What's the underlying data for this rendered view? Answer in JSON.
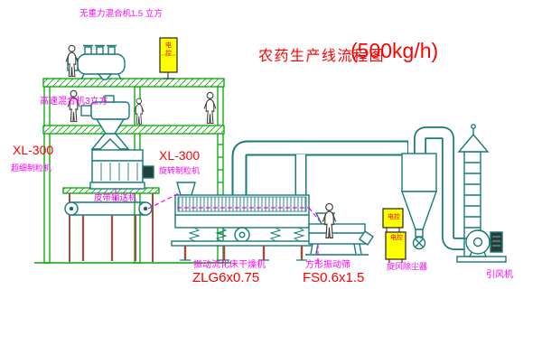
{
  "diagram": {
    "title": "农药生产线流程图",
    "capacity": "(500kg/h)"
  },
  "labels": {
    "zero_gravity_mixer": "无重力混合机1.5 立方",
    "high_speed_mixer": "高速混合机3立方",
    "model_left": "XL-300",
    "granulator_left": "超细制粒机",
    "model_right": "XL-300",
    "granulator_right": "旋转制粒机",
    "belt_conveyor": "皮带输送机",
    "dryer": "振动流化床干燥机",
    "dryer_model": "ZLG6x0.75",
    "screen": "方形振动筛",
    "screen_model": "FS0.6x1.5",
    "cyclone": "旋风除尘器",
    "fan": "引风机",
    "cabinet": "电控"
  },
  "colors": {
    "structure_green": "#00a800",
    "equipment_teal": "#177b7b",
    "label_magenta": "#ff00ff",
    "model_red": "#ff0000",
    "cabinet_yellow": "#ffff00",
    "support_brown": "#9c4f3f",
    "motor_dark": "#263d3d",
    "background": "#ffffff"
  }
}
